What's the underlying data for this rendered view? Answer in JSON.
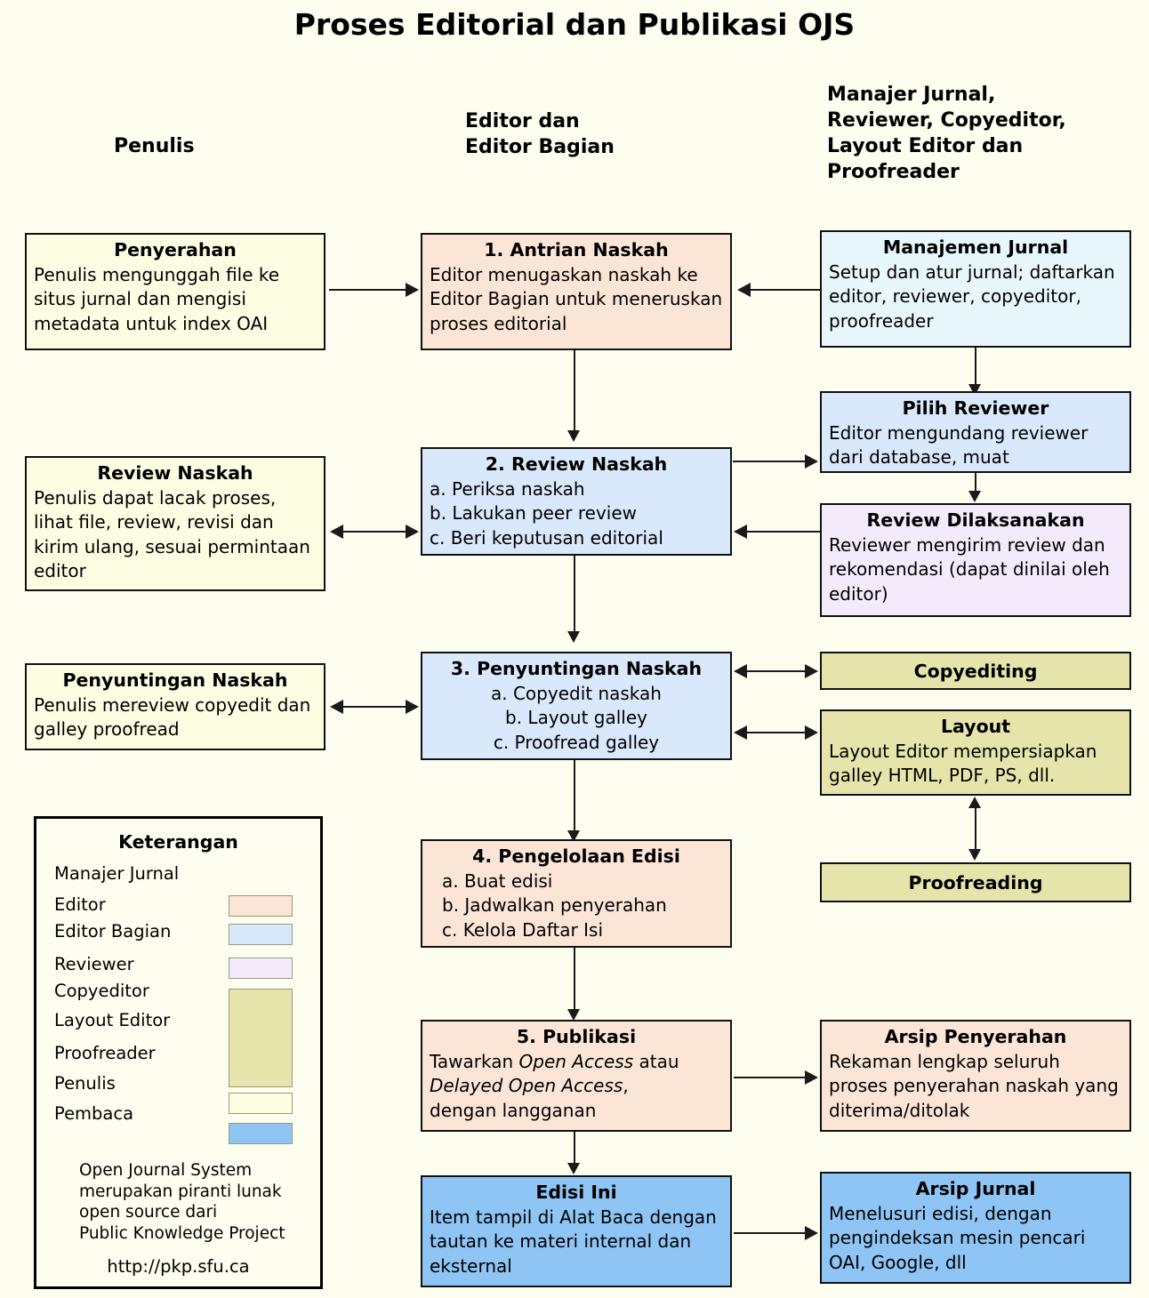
{
  "title": "Proses Editorial dan Publikasi OJS",
  "column_headers": [
    {
      "id": "penulis",
      "text": "Penulis"
    },
    {
      "id": "editor",
      "line1": "Editor dan",
      "line2": "Editor Bagian"
    },
    {
      "id": "roles",
      "line1": "Manajer Jurnal,",
      "line2": "Reviewer, Copyeditor,",
      "line3": "Layout Editor dan",
      "line4": "Proofreader"
    }
  ],
  "boxes": {
    "penyerahan": {
      "title": "Penyerahan",
      "body": "Penulis mengunggah file ke situs jurnal dan mengisi metadata untuk index OAI",
      "color": "#fdfde4",
      "role": "Penulis"
    },
    "antrian_naskah": {
      "title": "1. Antrian Naskah",
      "body": "Editor menugaskan naskah ke Editor Bagian untuk meneruskan proses editorial",
      "color": "#fbe5d6",
      "role": "Editor"
    },
    "manajemen_jurnal": {
      "title": "Manajemen Jurnal",
      "body": "Setup dan atur jurnal; daftarkan editor, reviewer, copyeditor, proofreader",
      "color": "#e8f7fb",
      "role": "Manajer Jurnal"
    },
    "review_naskah_penulis": {
      "title": "Review Naskah",
      "body": "Penulis dapat lacak proses, lihat file, review, revisi dan kirim ulang, sesuai permintaan editor",
      "color": "#fdfde4",
      "role": "Penulis"
    },
    "review_naskah": {
      "title": "2. Review Naskah",
      "items": [
        "a. Periksa naskah",
        "b. Lakukan peer review",
        "c. Beri keputusan editorial"
      ],
      "color": "#d9e8fb",
      "role": "Editor Bagian"
    },
    "pilih_reviewer": {
      "title": "Pilih Reviewer",
      "body": "Editor mengundang reviewer dari database, muat",
      "color": "#d9e8fb",
      "role": "Editor Bagian"
    },
    "review_dilaksanakan": {
      "title": "Review Dilaksanakan",
      "body": "Reviewer mengirim review dan rekomendasi (dapat dinilai oleh editor)",
      "color": "#f3eafc",
      "role": "Reviewer"
    },
    "penyuntingan_penulis": {
      "title": "Penyuntingan Naskah",
      "body": "Penulis mereview copyedit dan galley proofread",
      "color": "#fdfde4",
      "role": "Penulis"
    },
    "penyuntingan_naskah": {
      "title": "3. Penyuntingan Naskah",
      "items": [
        "a. Copyedit naskah",
        "b. Layout galley",
        "c. Proofread galley"
      ],
      "color": "#d9e8fb",
      "role": "Editor Bagian"
    },
    "copyediting": {
      "title": "Copyediting",
      "color": "#e5e5ab",
      "role": "Copyeditor"
    },
    "layout": {
      "title": "Layout",
      "body": "Layout Editor mempersiapkan galley HTML, PDF, PS, dll.",
      "color": "#e5e5ab",
      "role": "Layout Editor"
    },
    "proofreading": {
      "title": "Proofreading",
      "color": "#e5e5ab",
      "role": "Proofreader"
    },
    "pengelolaan_edisi": {
      "title": "4. Pengelolaan Edisi",
      "items": [
        "a. Buat edisi",
        "b. Jadwalkan penyerahan",
        "c. Kelola Daftar Isi"
      ],
      "color": "#fbe5d6",
      "role": "Editor"
    },
    "publikasi": {
      "title": "5. Publikasi",
      "body_line1_pre": "Tawarkan ",
      "body_line1_em": "Open Access",
      "body_line1_post": " atau",
      "body_line2_em": "Delayed Open Access",
      "body_line2_post": ",",
      "body_line3": "dengan langganan",
      "color": "#fbe5d6",
      "role": "Editor"
    },
    "arsip_penyerahan": {
      "title": "Arsip Penyerahan",
      "body": "Rekaman lengkap seluruh proses penyerahan naskah yang diterima/ditolak",
      "color": "#fbe5d6",
      "role": "Editor"
    },
    "edisi_ini": {
      "title": "Edisi Ini",
      "body": "Item tampil di Alat Baca dengan tautan ke materi internal dan eksternal",
      "color": "#8ec5f5",
      "role": "Pembaca"
    },
    "arsip_jurnal": {
      "title": "Arsip Jurnal",
      "body": "Menelusuri edisi, dengan pengindeksan mesin pencari OAI, Google, dll",
      "color": "#8ec5f5",
      "role": "Pembaca"
    }
  },
  "legend": {
    "title": "Keterangan",
    "entries": [
      {
        "label": "Manajer Jurnal",
        "color": null
      },
      {
        "label": "Editor",
        "color": "#fbe5d6"
      },
      {
        "label": "Editor Bagian",
        "color": "#d9e8fb"
      },
      {
        "label": "Reviewer",
        "color": "#f3eafc"
      },
      {
        "label": "Copyeditor",
        "color": "#e5e5ab"
      },
      {
        "label": "Layout Editor",
        "color": "#e5e5ab"
      },
      {
        "label": "Proofreader",
        "color": "#e5e5ab"
      },
      {
        "label": "Penulis",
        "color": "#fdfde4"
      },
      {
        "label": "Pembaca",
        "color": "#8ec5f5"
      }
    ],
    "note_lines": [
      "Open Journal System",
      "merupakan piranti lunak",
      "open source dari",
      "Public Knowledge Project"
    ],
    "url": "http://pkp.sfu.ca"
  }
}
